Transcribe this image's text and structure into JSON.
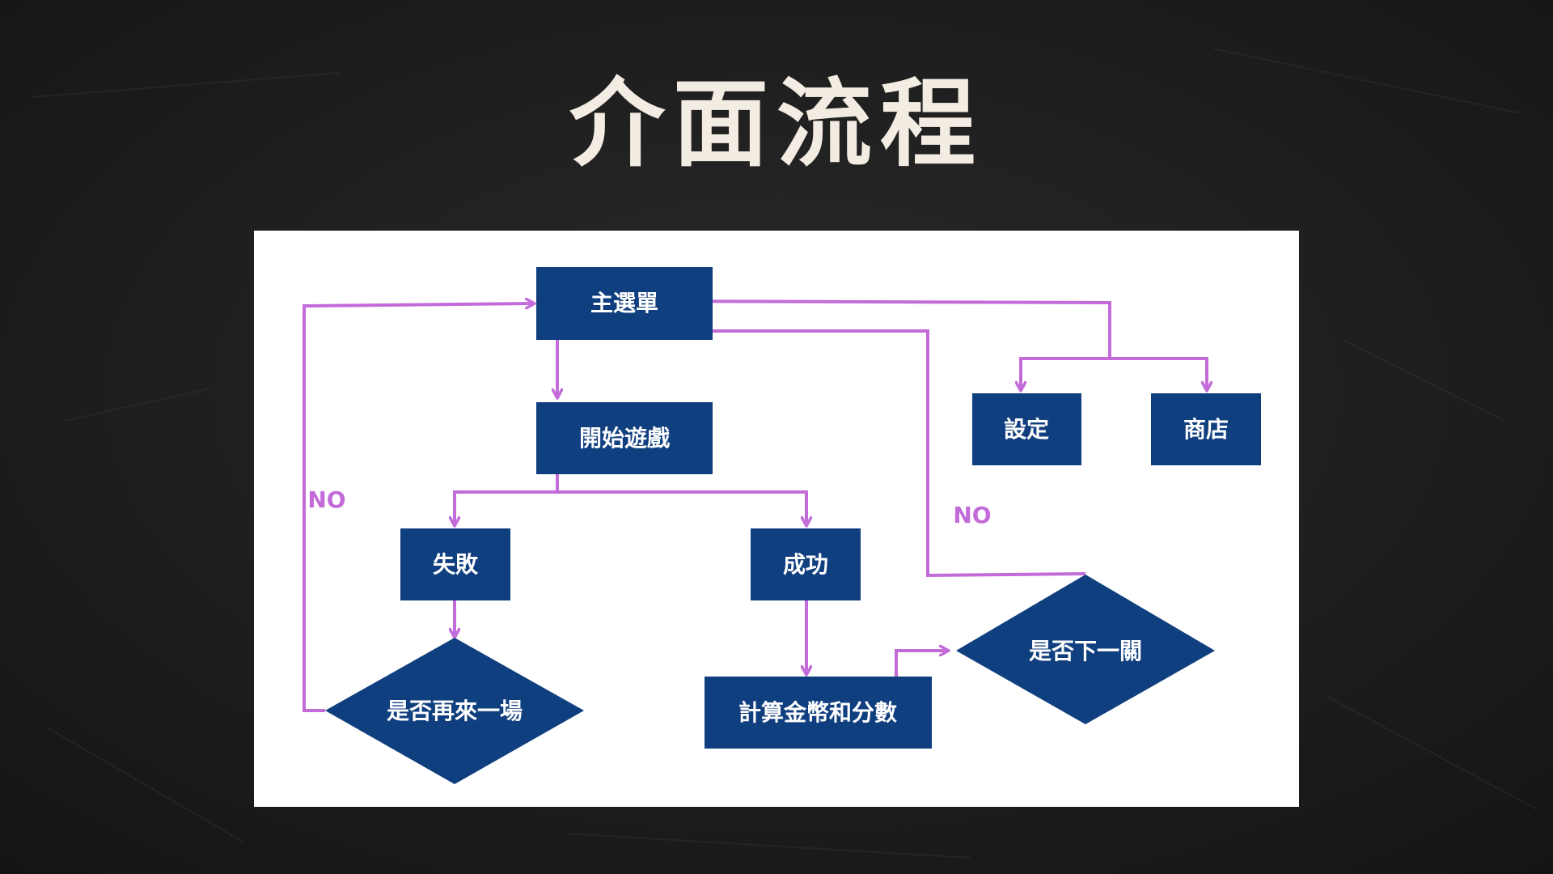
{
  "title": "介面流程",
  "colors": {
    "background": "#1f1f1f",
    "node_fill": "#103f7f",
    "connector": "#c36bd9",
    "node_text": "#ffffff",
    "title_text": "#f3ece2"
  },
  "nodes": {
    "main_menu": "主選單",
    "start_game": "開始遊戲",
    "settings": "設定",
    "shop": "商店",
    "fail": "失敗",
    "success": "成功",
    "play_again": "是否再來一場",
    "calc_score": "計算金幣和分數",
    "next_level": "是否下一關"
  },
  "labels": {
    "no_left": "NO",
    "no_right": "NO"
  }
}
